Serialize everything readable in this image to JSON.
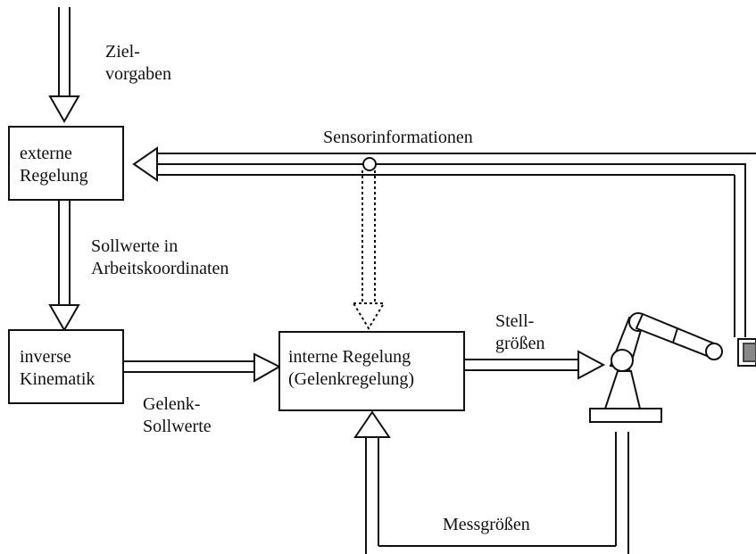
{
  "labels": {
    "zielvorgaben": [
      "Ziel-",
      "vorgaben"
    ],
    "sensorinformationen": "Sensorinformationen",
    "sollwerte": [
      "Sollwerte in",
      "Arbeitskoordinaten"
    ],
    "gelenk_sollwerte": [
      "Gelenk-",
      "Sollwerte"
    ],
    "stellgroessen": [
      "Stell-",
      "größen"
    ],
    "messgroessen": "Messgrößen"
  },
  "boxes": {
    "externe_regelung": [
      "externe",
      "Regelung"
    ],
    "inverse_kinematik": [
      "inverse",
      "Kinematik"
    ],
    "interne_regelung": [
      "interne Regelung",
      "(Gelenkregelung)"
    ]
  }
}
